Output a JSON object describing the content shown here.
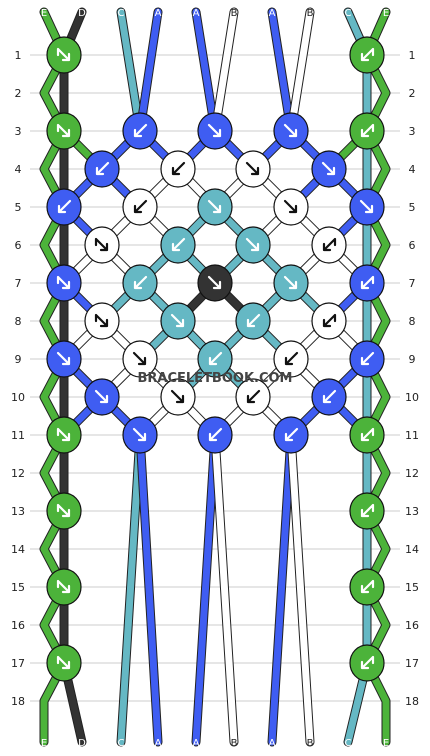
{
  "site": {
    "watermark": "BRACELETBOOK.COM"
  },
  "strand_labels": [
    "E",
    "D",
    "C",
    "A",
    "A",
    "B",
    "A",
    "B",
    "C",
    "E"
  ],
  "strand_colors": {
    "E": "#4cb33a",
    "D": "#333333",
    "C": "#65b8c4",
    "A": "#3f5df2",
    "B": "#ffffff"
  },
  "row_labels": [
    "1",
    "2",
    "3",
    "4",
    "5",
    "6",
    "7",
    "8",
    "9",
    "10",
    "11",
    "12",
    "13",
    "14",
    "15",
    "16",
    "17",
    "18"
  ],
  "knots": [
    {
      "row": 1,
      "col": 0,
      "color": "E",
      "arrow": "SE-left"
    },
    {
      "row": 1,
      "col": 8,
      "color": "E",
      "arrow": "SW-right"
    },
    {
      "row": 3,
      "col": 0,
      "color": "E",
      "arrow": "SE-left"
    },
    {
      "row": 3,
      "col": 2,
      "color": "A",
      "arrow": "SW"
    },
    {
      "row": 3,
      "col": 4,
      "color": "A",
      "arrow": "SE"
    },
    {
      "row": 3,
      "col": 6,
      "color": "A",
      "arrow": "SE"
    },
    {
      "row": 3,
      "col": 8,
      "color": "E",
      "arrow": "SW-right"
    },
    {
      "row": 4,
      "col": 1,
      "color": "A",
      "arrow": "SW"
    },
    {
      "row": 4,
      "col": 3,
      "color": "B",
      "arrow": "SW"
    },
    {
      "row": 4,
      "col": 5,
      "color": "B",
      "arrow": "SE"
    },
    {
      "row": 4,
      "col": 7,
      "color": "A",
      "arrow": "SE"
    },
    {
      "row": 5,
      "col": 0,
      "color": "A",
      "arrow": "SW"
    },
    {
      "row": 5,
      "col": 2,
      "color": "B",
      "arrow": "SW"
    },
    {
      "row": 5,
      "col": 4,
      "color": "C",
      "arrow": "SE"
    },
    {
      "row": 5,
      "col": 6,
      "color": "B",
      "arrow": "SE"
    },
    {
      "row": 5,
      "col": 8,
      "color": "A",
      "arrow": "SE"
    },
    {
      "row": 6,
      "col": 1,
      "color": "B",
      "arrow": "SE-left"
    },
    {
      "row": 6,
      "col": 3,
      "color": "C",
      "arrow": "SW"
    },
    {
      "row": 6,
      "col": 5,
      "color": "C",
      "arrow": "SE"
    },
    {
      "row": 6,
      "col": 7,
      "color": "B",
      "arrow": "SW-right"
    },
    {
      "row": 7,
      "col": 0,
      "color": "A",
      "arrow": "SE-left"
    },
    {
      "row": 7,
      "col": 2,
      "color": "C",
      "arrow": "SW"
    },
    {
      "row": 7,
      "col": 4,
      "color": "D",
      "arrow": "SE"
    },
    {
      "row": 7,
      "col": 6,
      "color": "C",
      "arrow": "SE"
    },
    {
      "row": 7,
      "col": 8,
      "color": "A",
      "arrow": "SW-right"
    },
    {
      "row": 8,
      "col": 1,
      "color": "B",
      "arrow": "SE-left"
    },
    {
      "row": 8,
      "col": 3,
      "color": "C",
      "arrow": "SE"
    },
    {
      "row": 8,
      "col": 5,
      "color": "C",
      "arrow": "SW"
    },
    {
      "row": 8,
      "col": 7,
      "color": "B",
      "arrow": "SW-right"
    },
    {
      "row": 9,
      "col": 0,
      "color": "A",
      "arrow": "SE"
    },
    {
      "row": 9,
      "col": 2,
      "color": "B",
      "arrow": "SE"
    },
    {
      "row": 9,
      "col": 4,
      "color": "C",
      "arrow": "SW"
    },
    {
      "row": 9,
      "col": 6,
      "color": "B",
      "arrow": "SW"
    },
    {
      "row": 9,
      "col": 8,
      "color": "A",
      "arrow": "SW"
    },
    {
      "row": 10,
      "col": 1,
      "color": "A",
      "arrow": "SE"
    },
    {
      "row": 10,
      "col": 3,
      "color": "B",
      "arrow": "SE"
    },
    {
      "row": 10,
      "col": 5,
      "color": "B",
      "arrow": "SW"
    },
    {
      "row": 10,
      "col": 7,
      "color": "A",
      "arrow": "SW"
    },
    {
      "row": 11,
      "col": 0,
      "color": "E",
      "arrow": "SE-left"
    },
    {
      "row": 11,
      "col": 2,
      "color": "A",
      "arrow": "SE"
    },
    {
      "row": 11,
      "col": 4,
      "color": "A",
      "arrow": "SW"
    },
    {
      "row": 11,
      "col": 6,
      "color": "A",
      "arrow": "SW"
    },
    {
      "row": 11,
      "col": 8,
      "color": "E",
      "arrow": "SW-right"
    },
    {
      "row": 13,
      "col": 0,
      "color": "E",
      "arrow": "SE-left"
    },
    {
      "row": 13,
      "col": 8,
      "color": "E",
      "arrow": "SW-right"
    },
    {
      "row": 15,
      "col": 0,
      "color": "E",
      "arrow": "SE-left"
    },
    {
      "row": 15,
      "col": 8,
      "color": "E",
      "arrow": "SW-right"
    },
    {
      "row": 17,
      "col": 0,
      "color": "E",
      "arrow": "SE-left"
    },
    {
      "row": 17,
      "col": 8,
      "color": "E",
      "arrow": "SW-right"
    }
  ]
}
